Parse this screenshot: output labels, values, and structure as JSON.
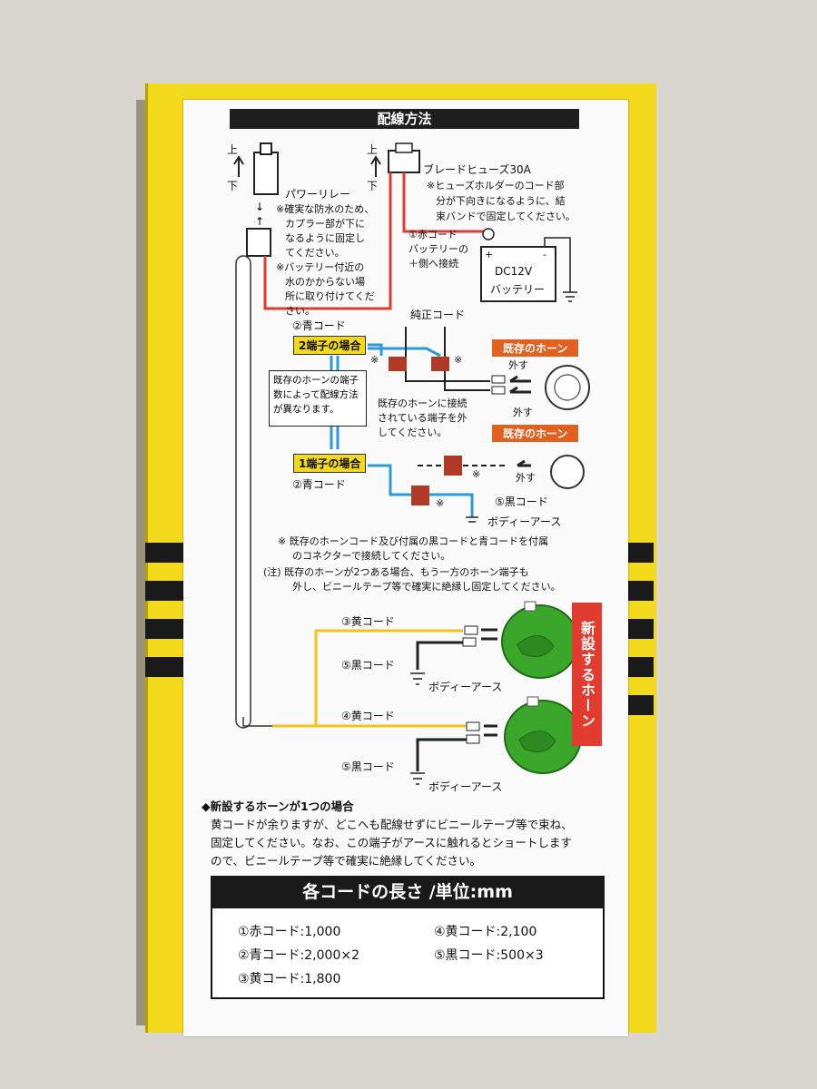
{
  "title": "配線方法",
  "top": {
    "up1": "上",
    "down1": "下",
    "up2": "上",
    "down2": "下",
    "fuse": "ブレードヒューズ30A",
    "fuse_note": [
      "※ヒューズホルダーのコード部",
      "分が下向きになるように、結",
      "束バンドで固定してください。"
    ],
    "relay": "パワーリレー",
    "relay_note": [
      "※確実な防水のため、",
      "カプラー部が下に",
      "なるように固定し",
      "てください。",
      "※バッテリー付近の",
      "水のかからない場",
      "所に取り付けてくだ",
      "さい。"
    ],
    "red_cord": [
      "①赤コード",
      "バッテリーの",
      "＋側へ接続"
    ],
    "battery": [
      "DC12V",
      "バッテリー"
    ],
    "plus": "+",
    "minus": "-"
  },
  "middle": {
    "blue2": "②青コード",
    "genuine": "純正コード",
    "two_terminal": "2端子の場合",
    "existing_horn": "既存のホーン",
    "remove": "外す",
    "note_box": "既存のホーンの端子数によって配線方法が異なります。",
    "remove_terminal": [
      "既存のホーンに接続",
      "されている端子を外",
      "してください。"
    ],
    "existing_horn2": "既存のホーン",
    "one_terminal": "1端子の場合",
    "blue2b": "②青コード",
    "black5": "⑤黒コード",
    "body_earth": "ボディーアース",
    "mark": "※",
    "note1": [
      "※ 既存のホーンコード及び付属の黒コードと青コードを付属",
      "のコネクターで接続してください。"
    ],
    "note2": [
      "(注) 既存のホーンが2つある場合、もう一方のホーン端子も",
      "外し、ビニールテープ等で確実に絶縁し固定してください。"
    ]
  },
  "lower": {
    "yellow3": "③黄コード",
    "black5a": "⑤黒コード",
    "earth_a": "ボディーアース",
    "yellow4": "④黄コード",
    "black5b": "⑤黒コード",
    "earth_b": "ボディーアース",
    "new_horn": "新設するホーン"
  },
  "bottom": {
    "heading": "◆新設するホーンが1つの場合",
    "lines": [
      "黄コードが余りますが、どこへも配線せずにビニールテープ等で束ね、",
      "固定してください。なお、この端子がアースに触れるとショートします",
      "ので、ビニールテープ等で確実に絶縁してください。"
    ]
  },
  "lengths": {
    "heading": "各コードの長さ /単位:mm",
    "items": [
      "①赤コード:1,000",
      "④黄コード:2,100",
      "②青コード:2,000×2",
      "⑤黒コード:500×3",
      "③黄コード:1,800"
    ]
  },
  "colors": {
    "box": "#f2d91c",
    "red": "#e23b2f",
    "blue": "#2a9ad8",
    "yellow_wire": "#f0c419",
    "horn": "#3aa62a",
    "orange": "#e2611f"
  }
}
